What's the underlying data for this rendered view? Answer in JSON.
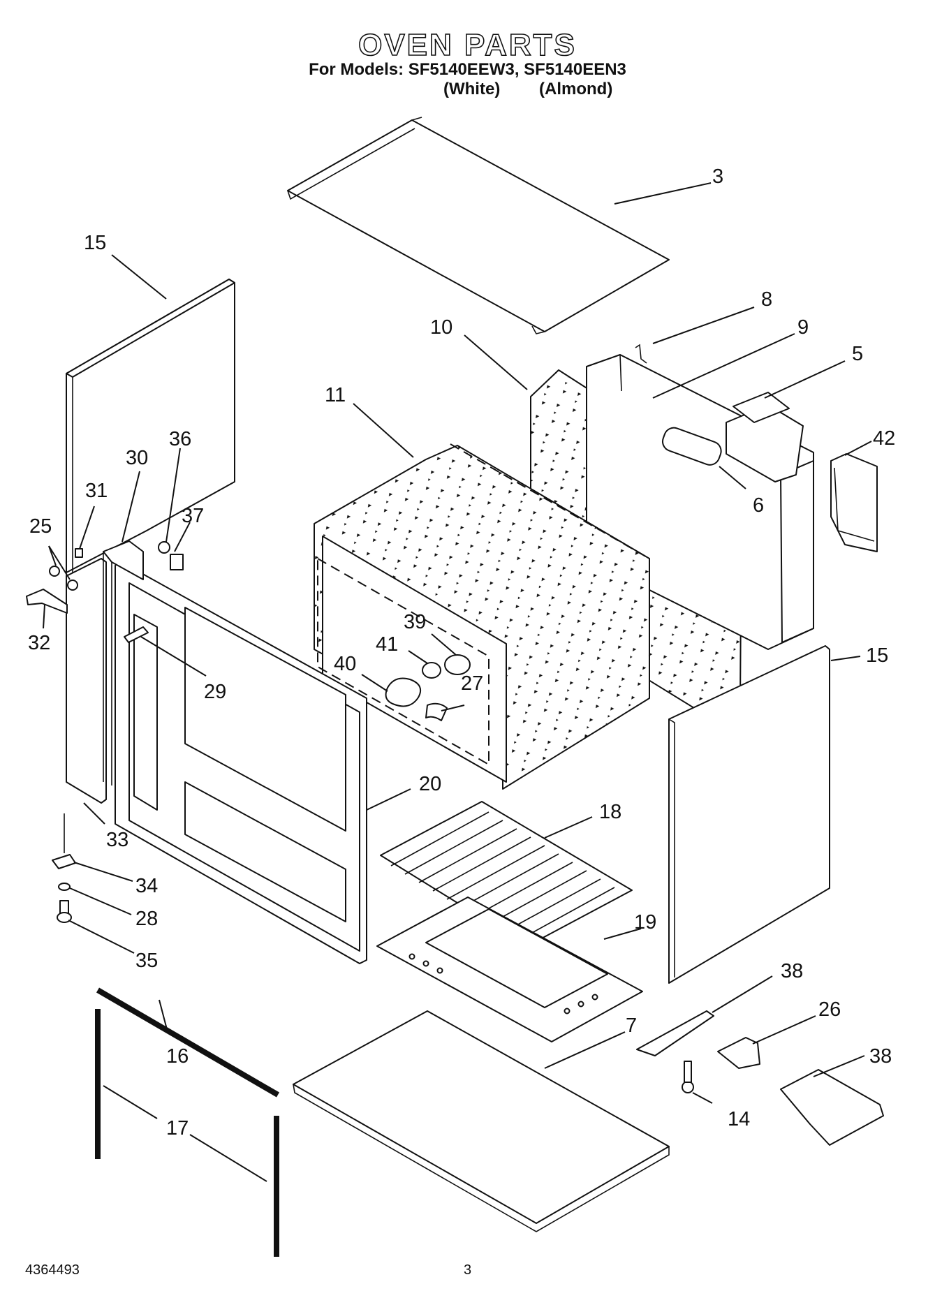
{
  "header": {
    "title": "OVEN PARTS",
    "models_line": "For Models: SF5140EEW3, SF5140EEN3",
    "variant_white": "(White)",
    "variant_almond": "(Almond)"
  },
  "footer": {
    "doc_number": "4364493",
    "page_number": "3"
  },
  "callouts": {
    "c3": "3",
    "c15a": "15",
    "c8": "8",
    "c9": "9",
    "c10": "10",
    "c5": "5",
    "c11": "11",
    "c42": "42",
    "c36": "36",
    "c30": "30",
    "c37": "37",
    "c31": "31",
    "c25": "25",
    "c6": "6",
    "c39": "39",
    "c41": "41",
    "c40": "40",
    "c32": "32",
    "c15b": "15",
    "c27": "27",
    "c29": "29",
    "c20": "20",
    "c18": "18",
    "c33": "33",
    "c34": "34",
    "c28": "28",
    "c19": "19",
    "c35": "35",
    "c38a": "38",
    "c7": "7",
    "c26": "26",
    "c16": "16",
    "c38b": "38",
    "c14": "14",
    "c17": "17"
  }
}
